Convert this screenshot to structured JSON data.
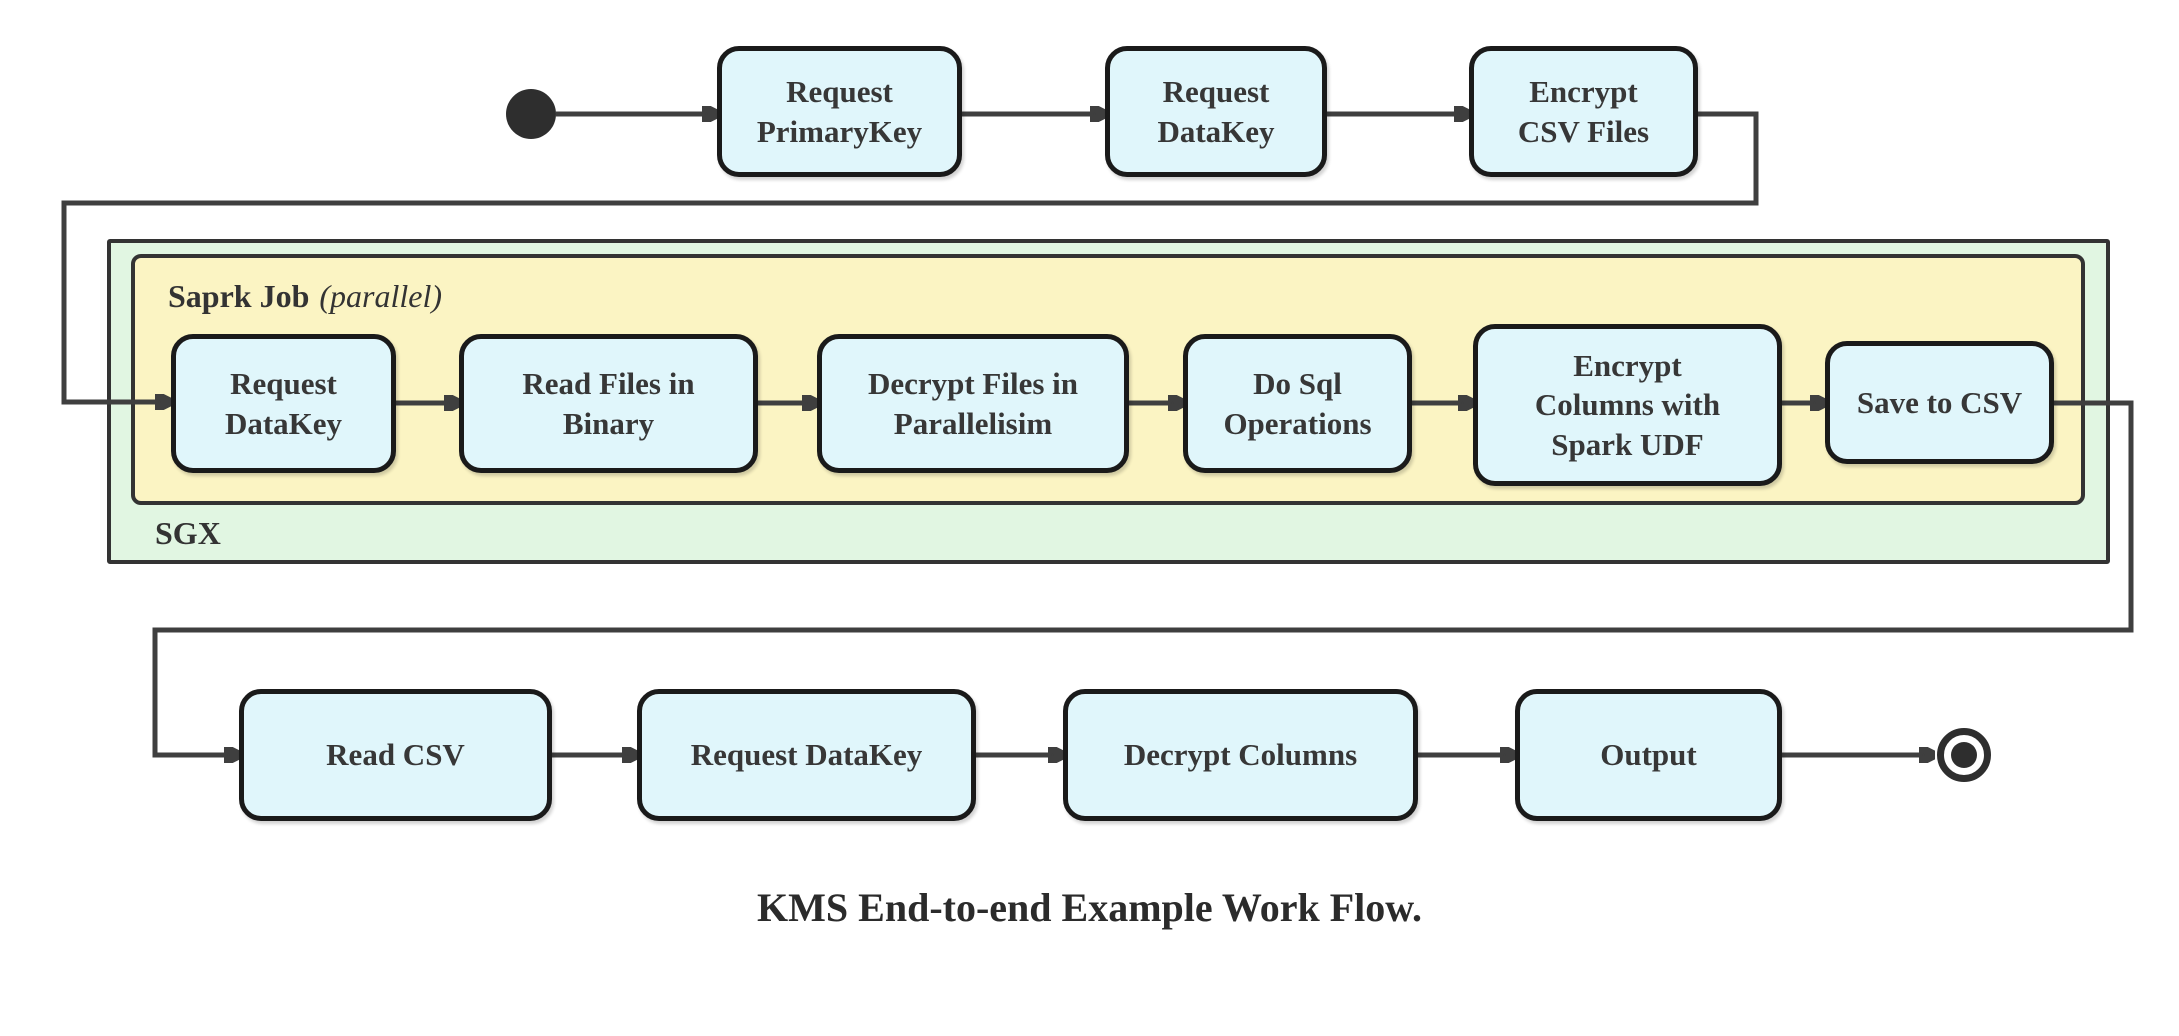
{
  "colors": {
    "node_fill": "#e0f6fb",
    "node_border": "#1a1a1a",
    "spark_container_fill": "#fbf4c3",
    "sgx_container_fill": "#e1f6e2",
    "container_border": "#333333",
    "edge": "#3f3f3f",
    "text": "#373737",
    "background": "#ffffff"
  },
  "flow": {
    "caption": "KMS End-to-end Example Work Flow.",
    "sgx": {
      "label": "SGX"
    },
    "spark_job": {
      "label": "Saprk Job",
      "qualifier": "(parallel)"
    },
    "top_row": [
      {
        "label": "Request\nPrimaryKey"
      },
      {
        "label": "Request\nDataKey"
      },
      {
        "label": "Encrypt\nCSV Files"
      }
    ],
    "spark_row": [
      {
        "label": "Request\nDataKey"
      },
      {
        "label": "Read Files in\nBinary"
      },
      {
        "label": "Decrypt Files in\nParallelisim"
      },
      {
        "label": "Do Sql\nOperations"
      },
      {
        "label": "Encrypt\nColumns with\nSpark UDF"
      },
      {
        "label": "Save to CSV"
      }
    ],
    "bottom_row": [
      {
        "label": "Read CSV"
      },
      {
        "label": "Request DataKey"
      },
      {
        "label": "Decrypt Columns"
      },
      {
        "label": "Output"
      }
    ]
  }
}
